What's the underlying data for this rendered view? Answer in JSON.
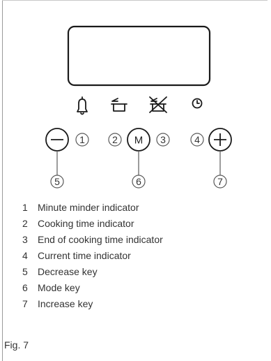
{
  "diagram": {
    "display_label": "",
    "mode_key_label": "M",
    "icons": [
      {
        "name": "bell-icon",
        "number": "1"
      },
      {
        "name": "pot-icon",
        "number": "2"
      },
      {
        "name": "crossed-pot-icon",
        "number": "3"
      },
      {
        "name": "clock-icon",
        "number": "4"
      }
    ],
    "keys": [
      {
        "name": "decrease-key",
        "symbol": "minus",
        "number": "5"
      },
      {
        "name": "mode-key",
        "symbol": "M",
        "number": "6"
      },
      {
        "name": "increase-key",
        "symbol": "plus",
        "number": "7"
      }
    ]
  },
  "legend": [
    {
      "num": "1",
      "text": "Minute minder indicator"
    },
    {
      "num": "2",
      "text": "Cooking time indicator"
    },
    {
      "num": "3",
      "text": "End of cooking time indicator"
    },
    {
      "num": "4",
      "text": "Current time indicator"
    },
    {
      "num": "5",
      "text": "Decrease key"
    },
    {
      "num": "6",
      "text": "Mode key"
    },
    {
      "num": "7",
      "text": "Increase key"
    }
  ],
  "caption": "Fig. 7"
}
